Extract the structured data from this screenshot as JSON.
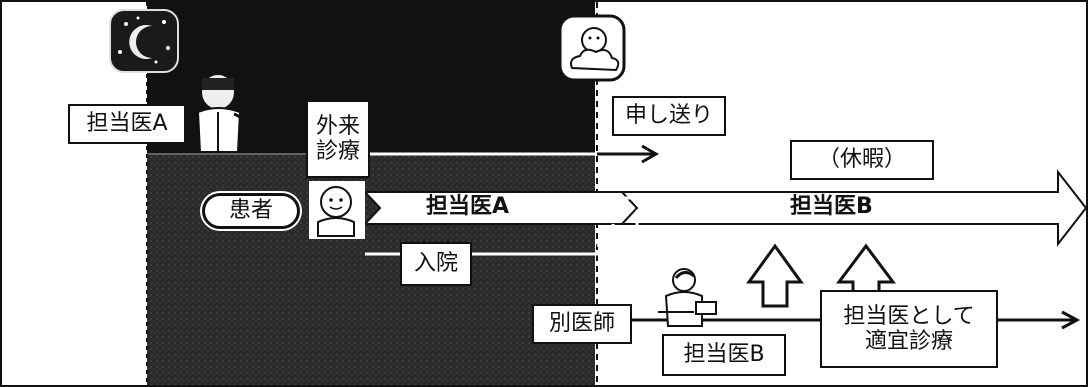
{
  "labels": {
    "doctor_a": "担当医A",
    "outpatient_line1": "外来",
    "outpatient_line2": "診療",
    "patient": "患者",
    "handover": "申し送り",
    "vacation": "（休暇）",
    "arrow_doctor_a": "担当医A",
    "arrow_doctor_b": "担当医B",
    "admission": "入院",
    "other_doctor": "別医師",
    "doctor_b_box": "担当医B",
    "as_doctor_line1": "担当医として",
    "as_doctor_line2": "適宜診療"
  },
  "icons": [
    "night-moon-icon",
    "day-sun-cloud-icon",
    "doctor-a-icon",
    "baby-patient-icon",
    "doctor-b-icon"
  ],
  "colors": {
    "night": "#111111",
    "night_lower": "#262626",
    "day": "#ffffff",
    "line": "#111111"
  }
}
